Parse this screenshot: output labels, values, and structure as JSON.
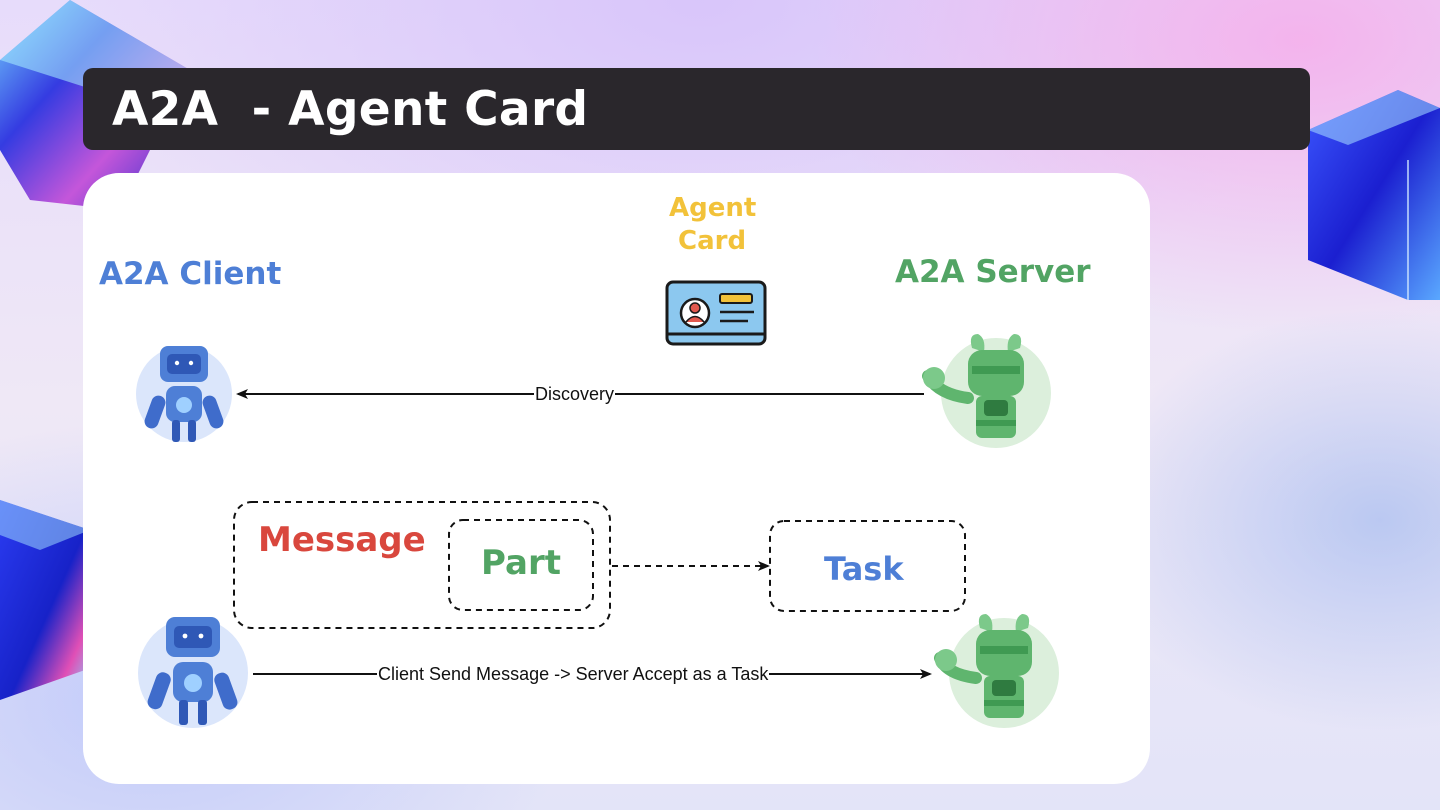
{
  "slide": {
    "title": "A2A  - Agent Card"
  },
  "diagram": {
    "client_label": "A2A Client",
    "server_label": "A2A Server",
    "agent_card_label_line1": "Agent",
    "agent_card_label_line2": "Card",
    "discovery_label": "Discovery",
    "message_label": "Message",
    "part_label": "Part",
    "task_label": "Task",
    "send_label": "Client Send Message -> Server Accept as a Task"
  },
  "colors": {
    "client_blue": "#4e7fd6",
    "server_green": "#52a464",
    "agent_card_yellow": "#f2c23a",
    "message_red": "#d9473d",
    "title_bar": "#2a272c"
  }
}
